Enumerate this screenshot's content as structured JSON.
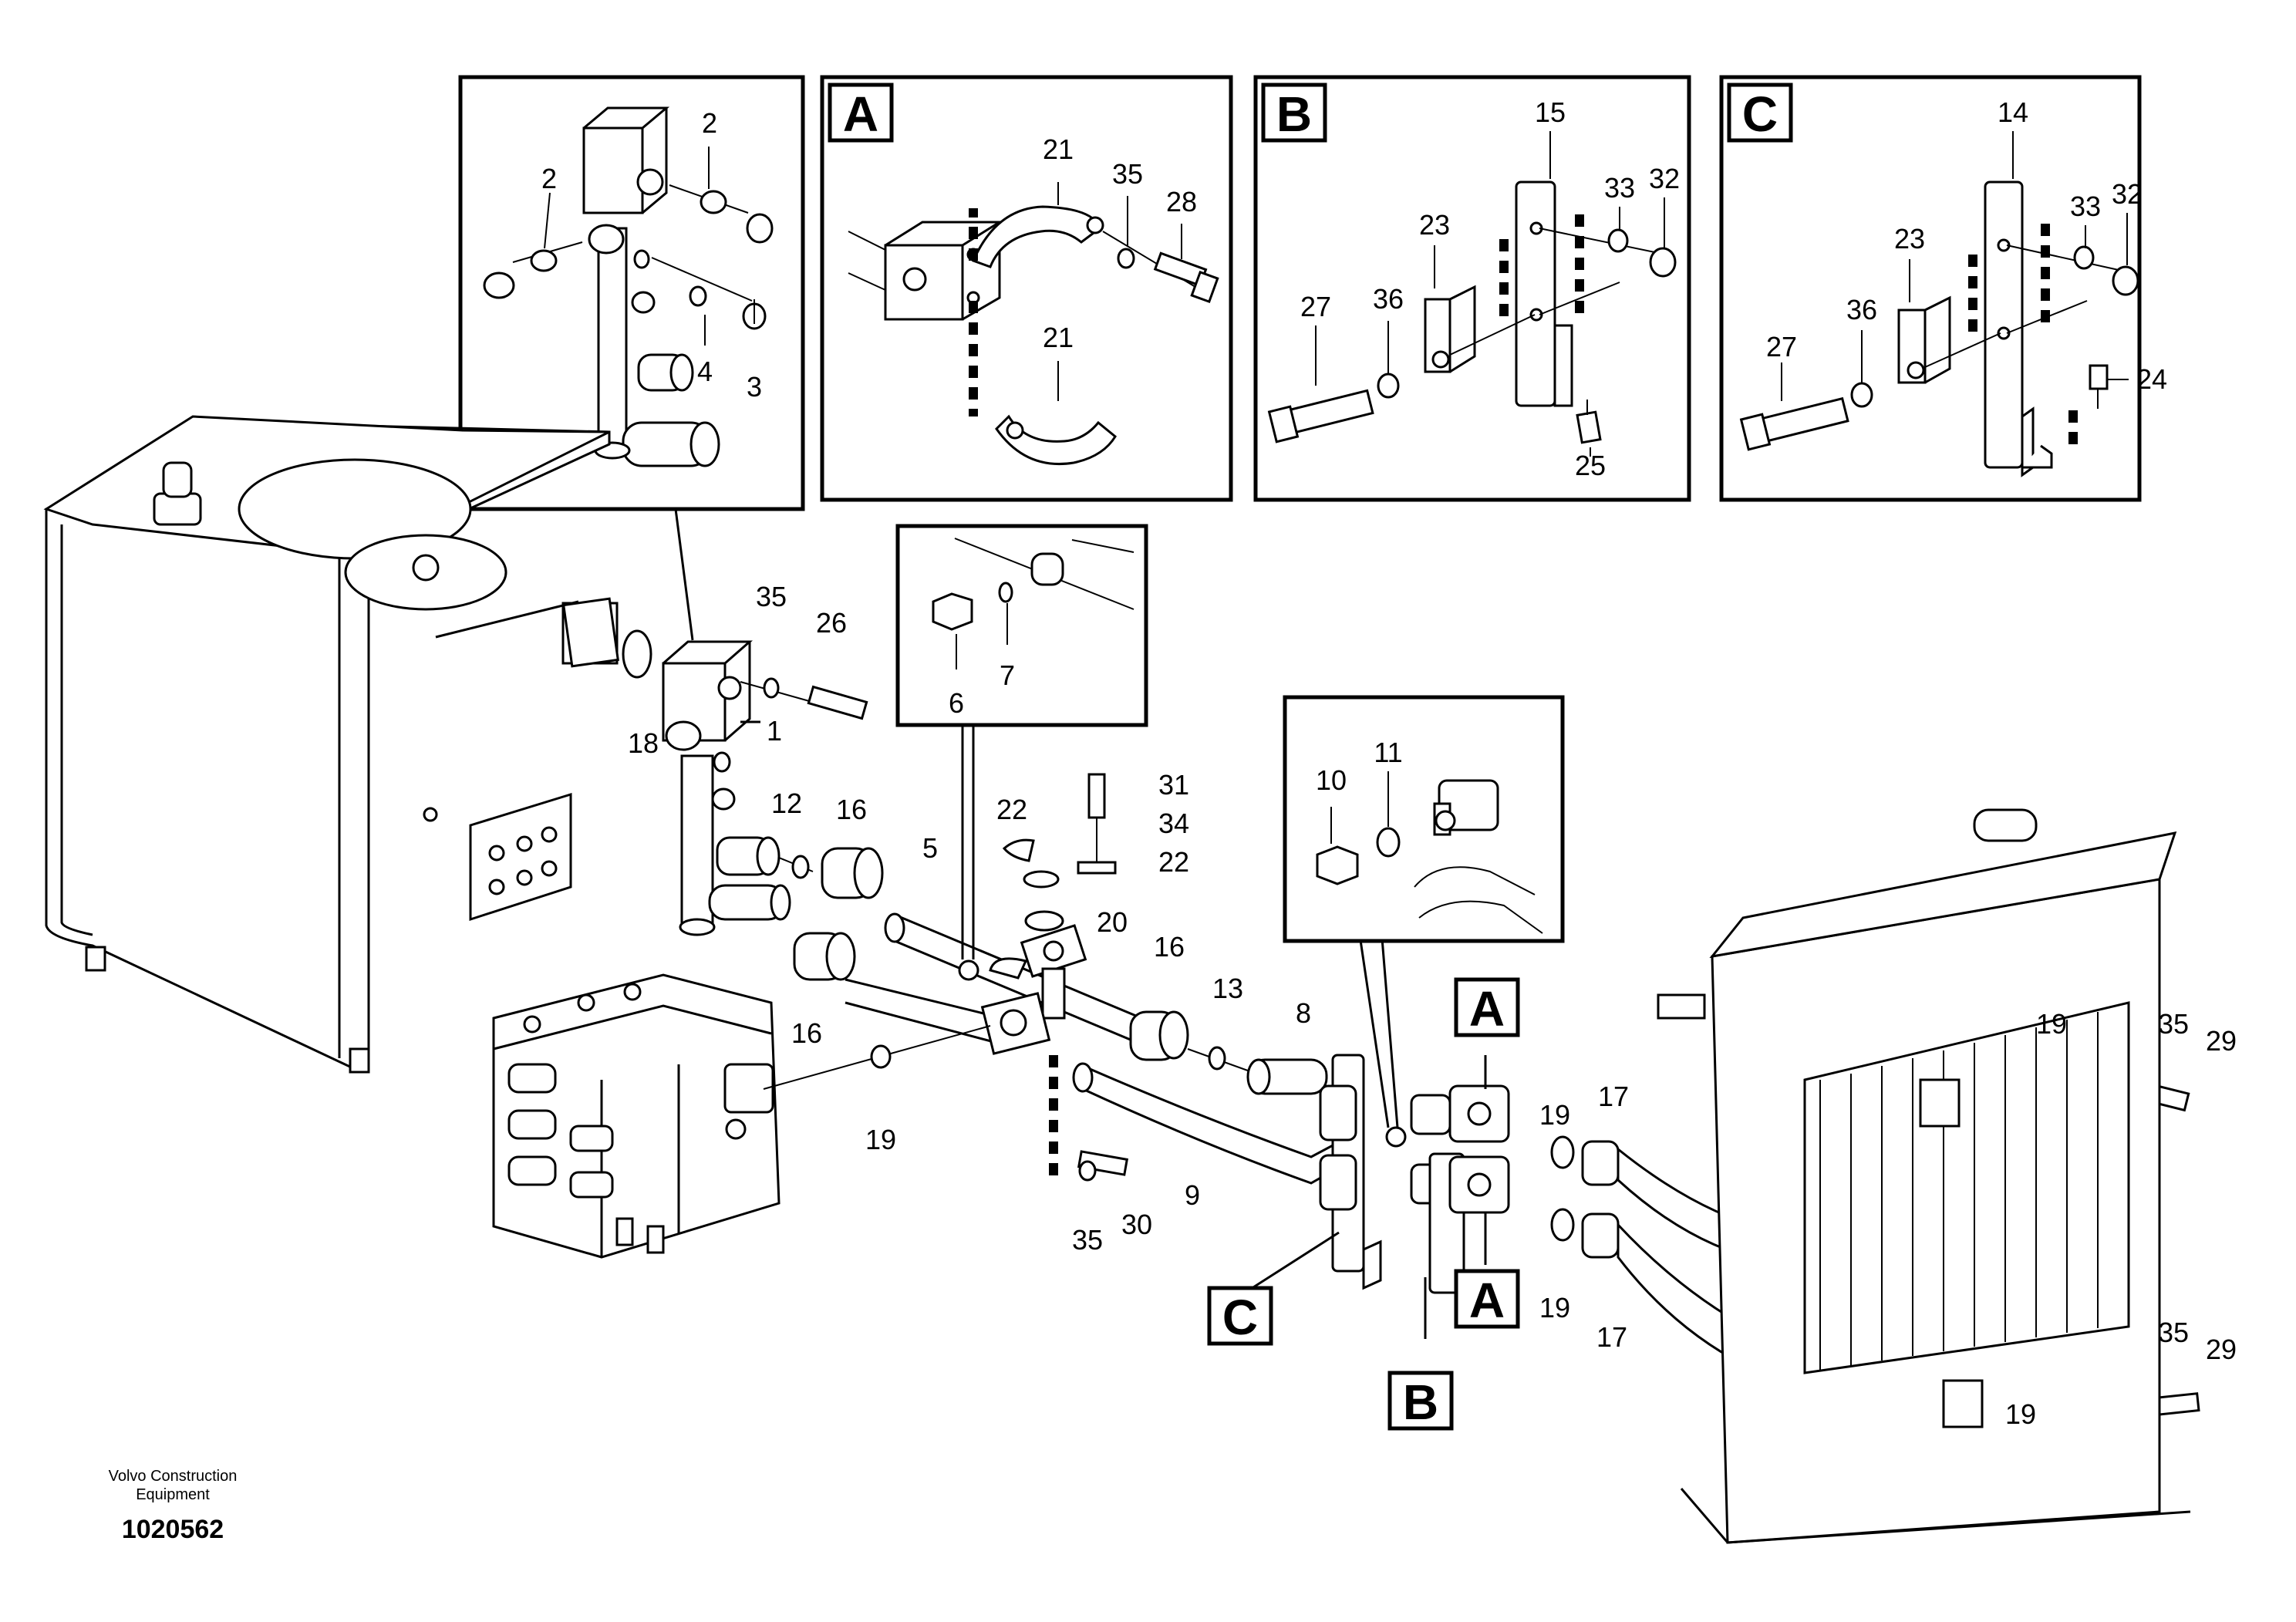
{
  "detail_letters": [
    "A",
    "B",
    "C"
  ],
  "callouts": {
    "n1": "1",
    "n2": "2",
    "n3": "3",
    "n4": "4",
    "n5": "5",
    "n6": "6",
    "n7": "7",
    "n8": "8",
    "n9": "9",
    "n10": "10",
    "n11": "11",
    "n12": "12",
    "n13": "13",
    "n14": "14",
    "n15": "15",
    "n16": "16",
    "n17": "17",
    "n18": "18",
    "n19": "19",
    "n20": "20",
    "n21": "21",
    "n22": "22",
    "n23": "23",
    "n24": "24",
    "n25": "25",
    "n26": "26",
    "n27": "27",
    "n28": "28",
    "n29": "29",
    "n30": "30",
    "n31": "31",
    "n32": "32",
    "n33": "33",
    "n34": "34",
    "n35": "35",
    "n36": "36"
  },
  "credit": {
    "line1": "Volvo Construction",
    "line2": "Equipment"
  },
  "document_number": "1020562"
}
